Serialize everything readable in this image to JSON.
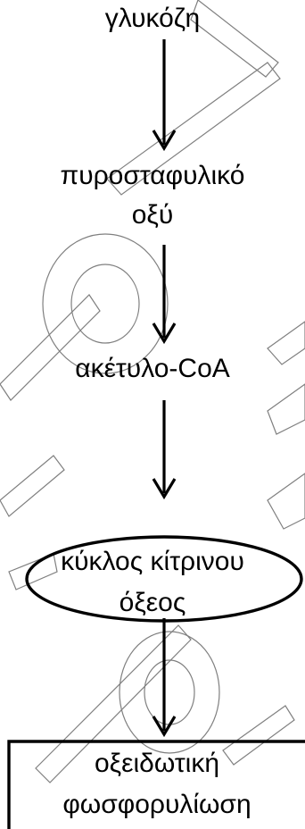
{
  "diagram": {
    "nodes": {
      "glucose": "γλυκόζη",
      "pyruvic_acid_line1": "πυροσταφυλικό",
      "pyruvic_acid_line2": "οξύ",
      "acetyl_coa": "ακέτυλο-CoA",
      "krebs_cycle_line1": "κύκλος κίτρινου",
      "krebs_cycle_line2": "όξεος",
      "oxidative_phosphorylation_line1": "οξειδωτική",
      "oxidative_phosphorylation_line2": "φωσφορυλίωση"
    },
    "edges": [
      {
        "from": "glucose",
        "to": "pyruvic_acid"
      },
      {
        "from": "pyruvic_acid",
        "to": "acetyl_coa"
      },
      {
        "from": "acetyl_coa",
        "to": "krebs_cycle"
      },
      {
        "from": "krebs_cycle",
        "to": "oxidative_phosphorylation"
      }
    ],
    "colors": {
      "ink": "#000000",
      "background": "#ffffff",
      "watermark": "#555555"
    }
  }
}
